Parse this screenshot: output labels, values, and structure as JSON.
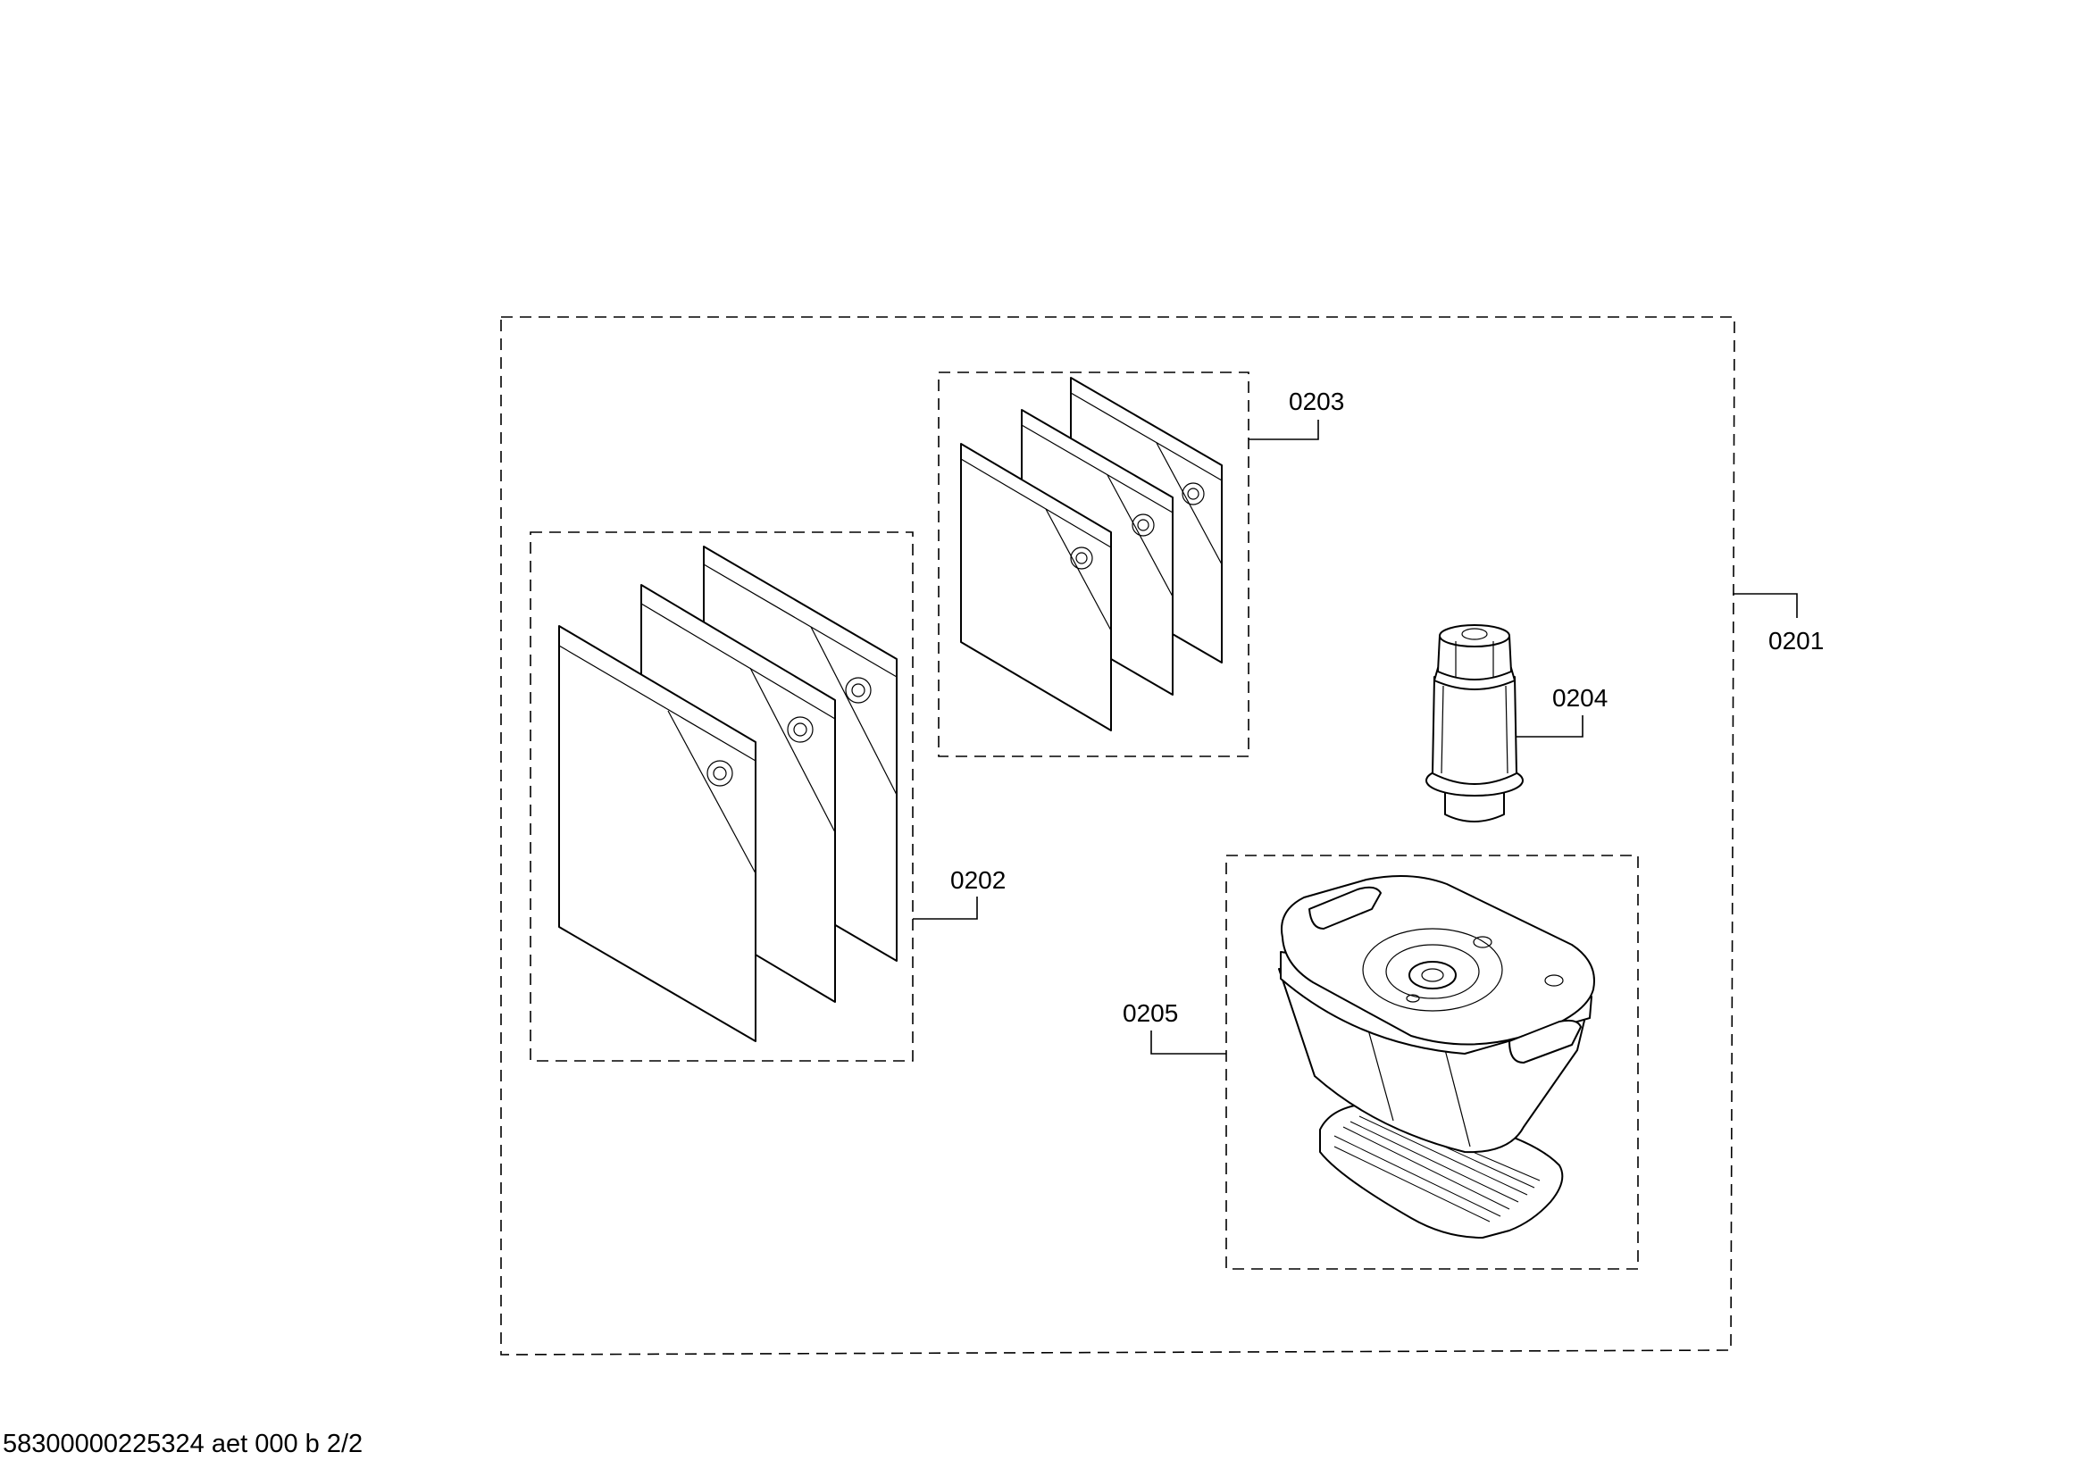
{
  "diagram": {
    "labels": {
      "kit": "0201",
      "bags_large": "0202",
      "bags_small": "0203",
      "adapter": "0204",
      "container": "0205"
    },
    "footer": "58300000225324 aet 000 b 2/2"
  }
}
